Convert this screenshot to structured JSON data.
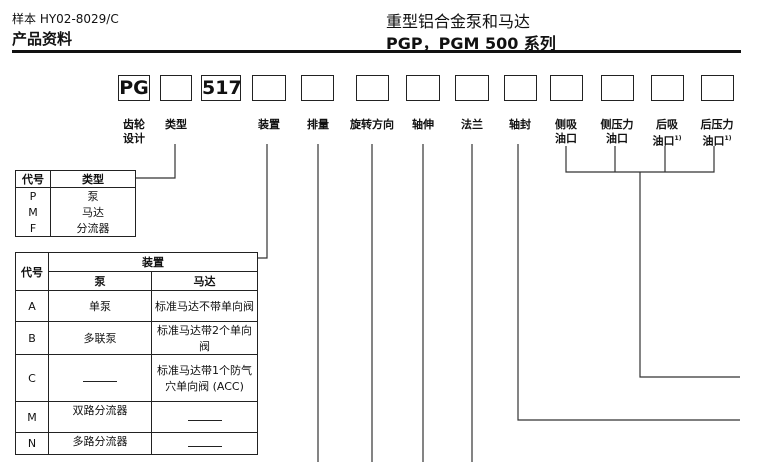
{
  "header": {
    "doc_number": "样本 HY02-8029/C",
    "section": "产品资料",
    "title": "重型铝合金泵和马达",
    "subtitle": "PGP，PGM 500 系列"
  },
  "code_boxes": [
    "PG",
    "",
    "517",
    "",
    "",
    "",
    "",
    "",
    "",
    "",
    "",
    "",
    ""
  ],
  "labels": [
    {
      "line1": "齿轮",
      "line2": "设计"
    },
    {
      "line1": "类型",
      "line2": ""
    },
    {
      "line1": "装置",
      "line2": ""
    },
    {
      "line1": "排量",
      "line2": ""
    },
    {
      "line1": "旋转方向",
      "line2": ""
    },
    {
      "line1": "轴伸",
      "line2": ""
    },
    {
      "line1": "法兰",
      "line2": ""
    },
    {
      "line1": "轴封",
      "line2": ""
    },
    {
      "line1": "侧吸",
      "line2": "油口"
    },
    {
      "line1": "侧压力",
      "line2": "油口"
    },
    {
      "line1": "后吸",
      "line2": "油口",
      "note": "1)"
    },
    {
      "line1": "后压力",
      "line2": "油口",
      "note": "1)"
    }
  ],
  "type_table": {
    "headers": [
      "代号",
      "类型"
    ],
    "rows": [
      [
        "P",
        "泵"
      ],
      [
        "M",
        "马达"
      ],
      [
        "F",
        "分流器"
      ]
    ]
  },
  "device_table": {
    "code_header": "代号",
    "group_header": "装置",
    "sub_headers": [
      "泵",
      "马达"
    ],
    "rows": [
      [
        "A",
        "单泵",
        "标准马达不带单向阀"
      ],
      [
        "B",
        "多联泵",
        "标准马达带2个单向阀"
      ],
      [
        "C",
        "",
        "标准马达带1个防气穴单向阀 (ACC)"
      ],
      [
        "M",
        "双路分流器",
        ""
      ],
      [
        "N",
        "多路分流器",
        ""
      ]
    ]
  }
}
